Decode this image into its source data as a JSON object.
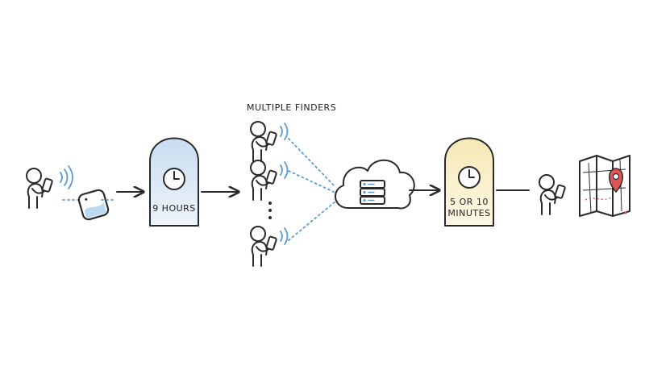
{
  "labels": {
    "finders_heading": "MULTIPLE FINDERS",
    "timer_first": "9 HOURS",
    "timer_second_line1": "5 OR 10",
    "timer_second_line2": "MINUTES"
  },
  "colors": {
    "ink": "#2a2a2a",
    "signal": "#5b9bd5",
    "timer_first_fill": "#dde9f7",
    "timer_second_fill": "#fbf3d6",
    "pin": "#e05555",
    "tag_fill": "#bcd9f2"
  },
  "icons": [
    "person-with-phone-icon",
    "tracker-tag-icon",
    "clock-icon",
    "cloud-server-icon",
    "map-pin-icon"
  ]
}
